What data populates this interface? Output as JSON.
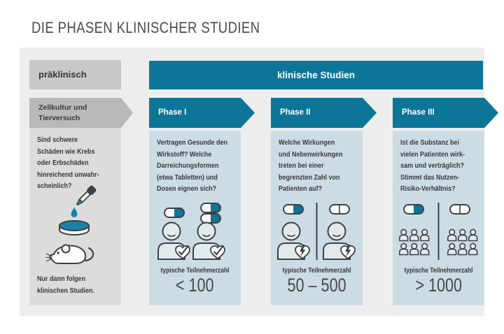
{
  "title": "DIE PHASEN KLINISCHER STUDIEN",
  "colors": {
    "teal": "#0c7598",
    "panel_gray": "#ededee",
    "column_blue": "#ccdce4",
    "preclinical_header_gray": "#c8c8c9",
    "preclinical_arrow_gray": "#b9b9bb",
    "preclinical_box_gray": "#dcdcdd",
    "text_dark": "#39393b",
    "liquid_teal": "#1c82a5"
  },
  "preclinical": {
    "header": "präklinisch",
    "stage_lines": [
      "Zellkultur und",
      "Tierversuch"
    ],
    "question_lines": [
      "Sind schwere",
      "Schäden wie Krebs",
      "oder Erbschäden",
      "hinreichend unwahr-",
      "scheinlich?"
    ],
    "note_lines": [
      "Nur dann folgen",
      "klinischen Studien."
    ],
    "icons": [
      "pipette-icon",
      "drop-icon",
      "petri-dish-icon",
      "mouse-icon"
    ]
  },
  "clinical": {
    "header": "klinische Studien",
    "participants_label": "typische Teilnehmerzahl",
    "phases": [
      {
        "label": "Phase I",
        "question_lines": [
          "Vertragen Gesunde den",
          "Wirkstoff? Welche",
          "Darreichungsformen",
          "(etwa Tabletten) und",
          "Dosen eignen sich?"
        ],
        "participants": "< 100",
        "icons": [
          "capsule-icon",
          "capsule-pair-icon",
          "patient-heart-check-icon",
          "patient-heart-check-icon"
        ]
      },
      {
        "label": "Phase II",
        "question_lines": [
          "Welche Wirkungen",
          "und Nebenwirkungen",
          "treten bei einer",
          "begrenzten Zahl von",
          "Patienten auf?"
        ],
        "participants": "50 – 500",
        "icons": [
          "verum-capsule-icon",
          "placebo-capsule-icon",
          "patient-heart-bolt-icon",
          "patient-heart-bolt-icon",
          "divider"
        ]
      },
      {
        "label": "Phase III",
        "question_lines": [
          "Ist die Substanz bei",
          "vielen Patienten wirk-",
          "sam und verträglich?",
          "Stimmt das Nutzen-",
          "Risiko-Verhältnis?"
        ],
        "participants": "> 1000",
        "icons": [
          "verum-capsule-icon",
          "placebo-capsule-icon",
          "patient-group-icon",
          "patient-group-icon",
          "divider"
        ]
      }
    ]
  }
}
